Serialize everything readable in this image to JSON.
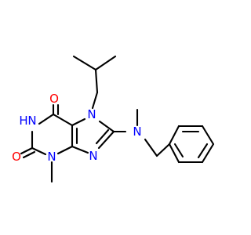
{
  "molecule": {
    "atom_labels": {
      "o_top": "O",
      "o_left": "O",
      "nh": "H",
      "nh_n": "N",
      "n3": "N",
      "n7": "N",
      "n9": "N",
      "n_amine": "N"
    },
    "colors": {
      "oxygen": "#ff0000",
      "nitrogen": "#0000ff",
      "carbon_bond": "#000000",
      "background": "#ffffff"
    }
  }
}
